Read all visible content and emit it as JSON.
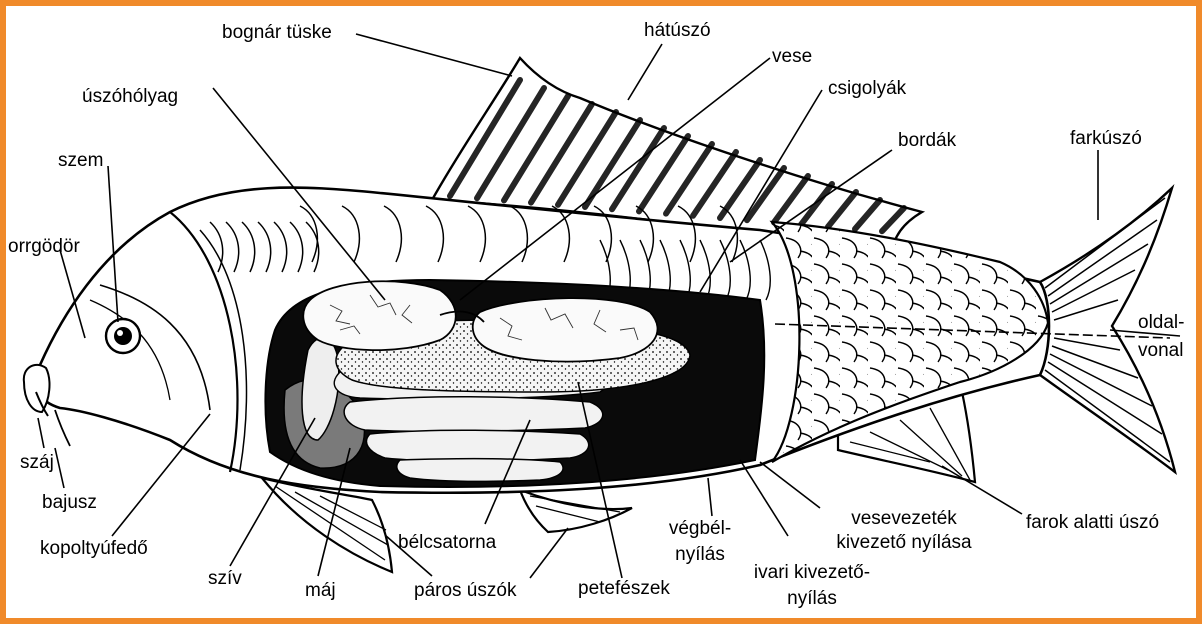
{
  "colors": {
    "border": "#f08a2a",
    "ink": "#000000",
    "background": "#ffffff"
  },
  "labels": {
    "bognar_tuske": "bognár tüske",
    "hatuszo": "hátúszó",
    "vese": "vese",
    "uszoholyag": "úszóhólyag",
    "csigolyak": "csigolyák",
    "bordak": "bordák",
    "farkuszo": "farkúszó",
    "szem": "szem",
    "orrgodor": "orrgödör",
    "oldalvonal_1": "oldal-",
    "oldalvonal_2": "vonal",
    "szaj": "száj",
    "bajusz": "bajusz",
    "kopoltyufedo": "kopoltyúfedő",
    "sziv": "szív",
    "maj": "máj",
    "paros_uszok": "páros úszók",
    "belcsatorna": "bélcsatorna",
    "petefeszek": "petefészek",
    "vegbelnyilas_1": "végbél-",
    "vegbelnyilas_2": "nyílás",
    "ivari_1": "ivari kivezető-",
    "ivari_2": "nyílás",
    "vesevezetek_1": "vesevezeték",
    "vesevezetek_2": "kivezető nyílása",
    "farok_alatti_uszo": "farok alatti úszó"
  }
}
